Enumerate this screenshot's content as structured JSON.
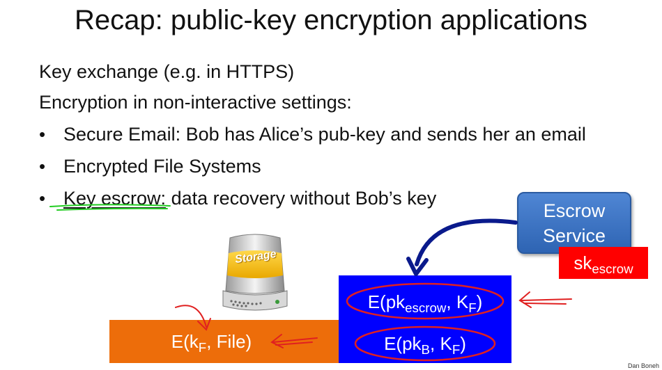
{
  "title": "Recap:  public-key encryption applications",
  "lines": [
    "Key exchange  (e.g.  in HTTPS)",
    "Encryption in non-interactive settings:"
  ],
  "bullets": {
    "symbol": "•",
    "item1": "Secure Email:   Bob has Alice’s pub-key and sends her an email",
    "item2": "Encrypted File Systems",
    "item3_term": "Key escrow:",
    "item3_rest": "  data recovery without Bob’s key"
  },
  "escrow_service": {
    "line1": "Escrow",
    "line2": "Service"
  },
  "secret_key": {
    "main": "sk",
    "sub": "escrow"
  },
  "storage_label": "Storage",
  "blocks": {
    "escrow_enc": {
      "prefix": "E(pk",
      "sub1": "escrow",
      "mid": ",  K",
      "sub2": "F",
      "suffix": ")"
    },
    "bob_enc": {
      "prefix": "E(pk",
      "sub1": "B",
      "mid": ",  K",
      "sub2": "F",
      "suffix": ")"
    },
    "file_enc": {
      "prefix": "E(k",
      "sub1": "F",
      "suffix": ", File)"
    }
  },
  "author": "Dan Boneh",
  "colors": {
    "escrow_box": "#3c75c6",
    "secret_key_box": "#ff0000",
    "blue_block": "#0000ff",
    "orange_block": "#ed6d0a",
    "annotation_red": "#e02020",
    "annotation_green": "#22cc22",
    "arrow_navy": "#0a1a8c",
    "storage_yellow": "#f5c400"
  },
  "icons": [
    "storage-drive-icon",
    "curved-arrow-icon",
    "hand-drawn-arrow-icon"
  ]
}
